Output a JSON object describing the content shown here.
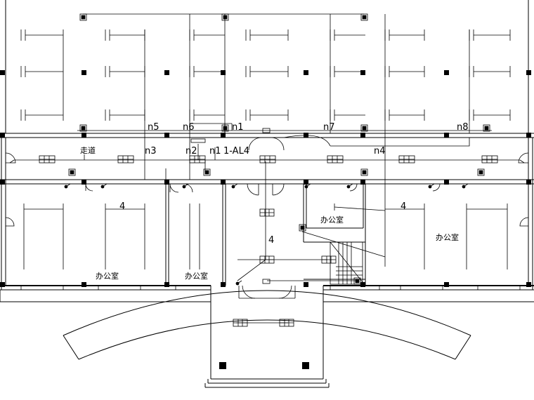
{
  "rooms": {
    "corridor": "走道",
    "office_left_large": "办公室",
    "office_left_small": "办公室",
    "office_right_small": "办公室",
    "office_right_large": "办公室"
  },
  "circuits": {
    "n1_top": "n1",
    "n1_corr": "n1",
    "n2": "n2",
    "n3": "n3",
    "n4": "n4",
    "n5": "n5",
    "n6": "n6",
    "n7": "n7",
    "n8": "n8",
    "panel": "1-AL4",
    "count_left": "4",
    "count_right": "4",
    "count_center": "4"
  }
}
